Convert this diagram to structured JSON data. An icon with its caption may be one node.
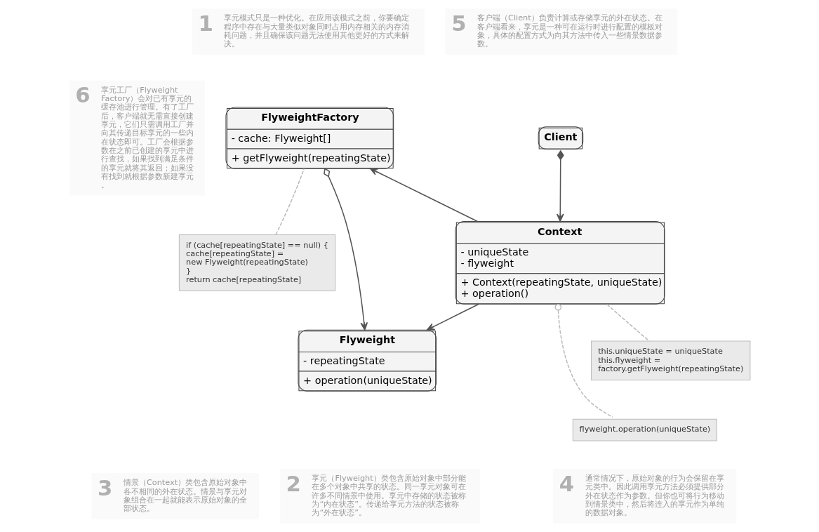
{
  "diagram": {
    "nodes": [
      {
        "text": [
          "1",
          "享元模式只是一种优化。在应用该模式之前，你要确定程序中存在与大量类似对象同时占用内存相关的内存消耗问题，并且确保该问题无法使用其他更好的方式来解决。"
        ]
      },
      {
        "text": [
          "5",
          "客户端（Client）负责计算或存储享元的外在状态。在客户端看来，享元是一种可在运行时进行配置的模板对象，具体的配置方式为向其方法中传入一些情景数据参数。"
        ]
      },
      {
        "text": [
          "6",
          "享元工厂（Flyweight Factory）会对已有享元的缓存池进行管理。有了工厂后，客户端就无需直接创建享元，它们只需调用工厂并向其传递目标享元的一些内在状态即可。工厂会根据参数在之前已创建的享元中进行查找，如果找到满足条件的享元就将其返回；如果没有找到就根据参数新建享元。"
        ]
      },
      {
        "text": [
          "FlyweightFactory",
          "- cache: Flyweight[]",
          "+ getFlyweight(repeatingState)"
        ]
      },
      {
        "text": [
          "Client"
        ]
      },
      {
        "text": [
          "Context",
          "- uniqueState",
          "- flyweight",
          "+ Context(repeatingState, uniqueState)",
          "+ operation()"
        ]
      },
      {
        "text": [
          "if (cache[repeatingState] == null) {",
          "cache[repeatingState] =",
          "new Flyweight(repeatingState)",
          "}",
          "return cache[repeatingState]"
        ]
      },
      {
        "text": [
          "this.uniqueState = uniqueState",
          "this.flyweight =",
          "factory.getFlyweight(repeatingState)"
        ]
      },
      {
        "text": [
          "flyweight.operation(uniqueState)"
        ]
      },
      {
        "text": [
          "Flyweight",
          "- repeatingState",
          "+ operation(uniqueState)"
        ]
      },
      {
        "text": [
          "2",
          "享元（Flyweight）类包含原始对象中部分能在多个对象中共享的状态。同一享元对象可在许多不同情景中使用。享元中存储的状态被称为“内在状态”。传递给享元方法的状态被称为“外在状态”。"
        ]
      },
      {
        "text": [
          "3",
          "情景（Context）类包含原始对象中各不相同的外在状态。情景与享元对象组合在一起就能表示原始对象的全部状态。"
        ]
      },
      {
        "text": [
          "4",
          "通常情况下，原始对象的行为会保留在享元类中。因此调用享元方法必须提供部分外在状态作为参数。但你也可将行为移动到情景类中，然后将连入的享元作为单纯的数据对象。"
        ]
      }
    ],
    "edges": [
      {
        "from": 4,
        "to": 5,
        "arrow": "to"
      },
      {
        "from": 5,
        "to": 3,
        "arrow": "to"
      },
      {
        "from": 3,
        "to": 9,
        "arrow": "to"
      },
      {
        "from": 5,
        "to": 9,
        "arrow": "to"
      },
      {
        "from": 6,
        "to": 3,
        "arrow": "none",
        "style": "dashed",
        "color": "#bbbbbb"
      },
      {
        "from": 5,
        "to": 7,
        "arrow": "none",
        "style": "dashed",
        "color": "#bbbbbb"
      },
      {
        "from": 5,
        "to": 8,
        "arrow": "other",
        "style": "dashed",
        "color": "#bbbbbb"
      }
    ]
  }
}
